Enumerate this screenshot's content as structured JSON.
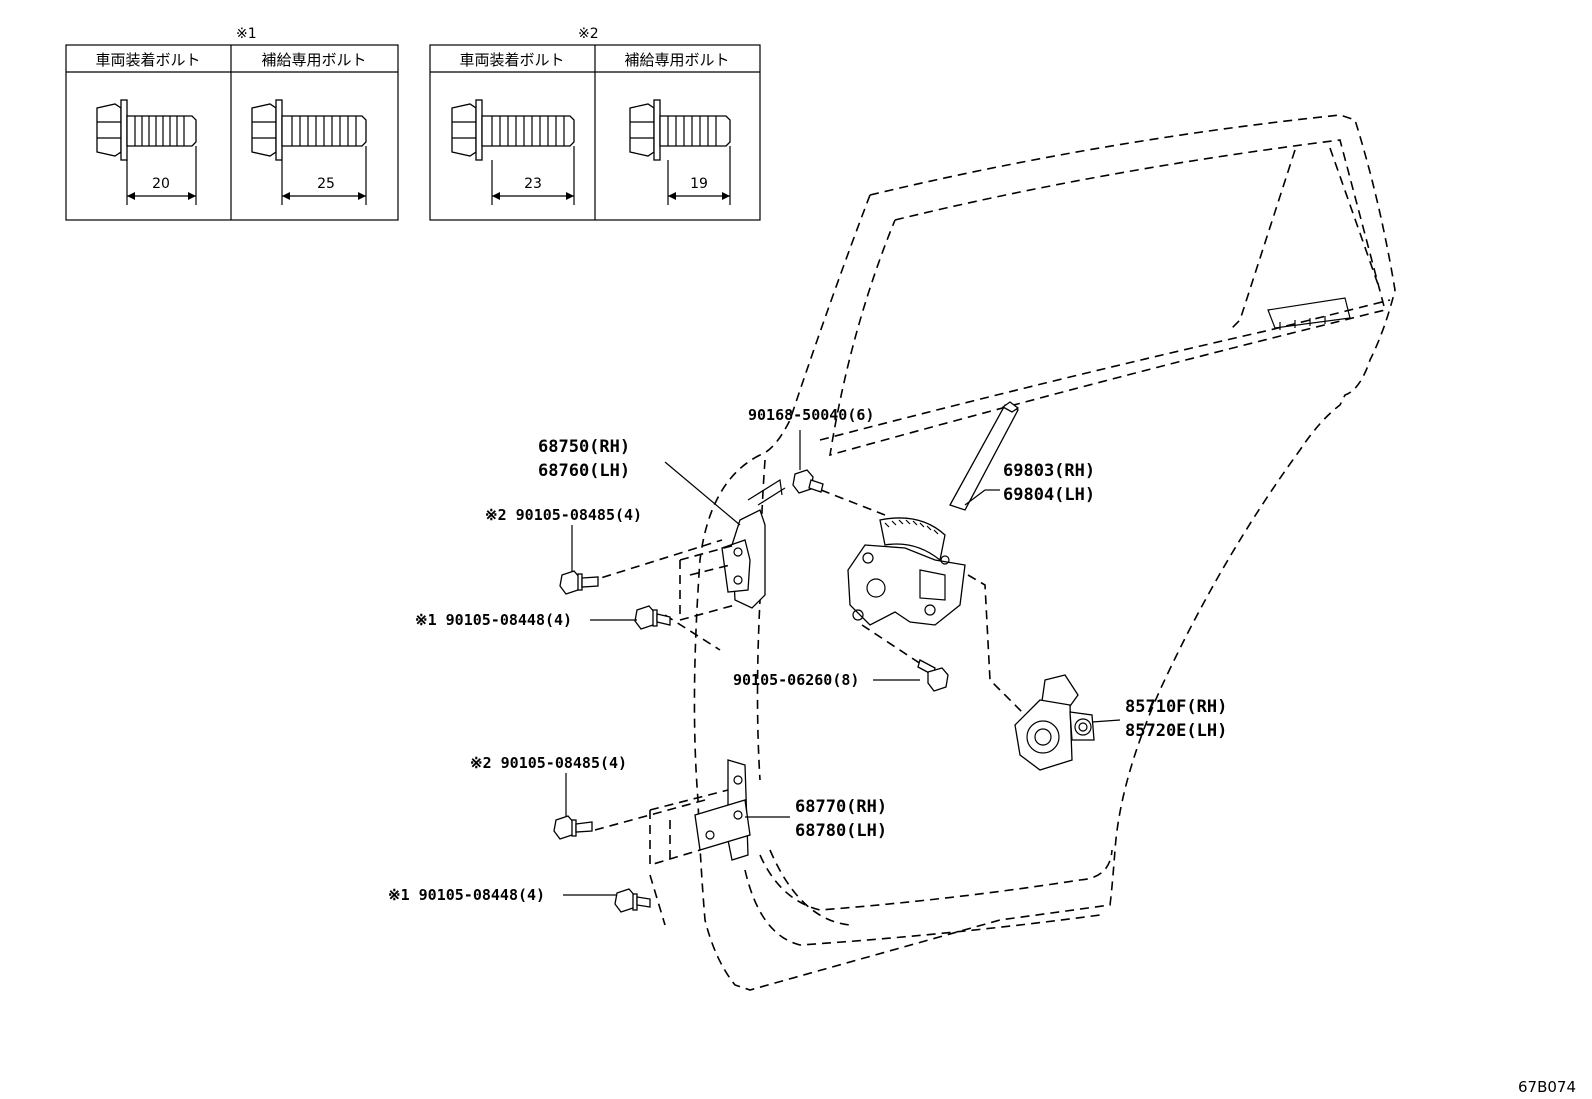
{
  "bolt_tables": [
    {
      "mark": "※1",
      "col_vehicle": "車両装着ボルト",
      "col_supply": "補給専用ボルト",
      "vehicle_length": "20",
      "supply_length": "25"
    },
    {
      "mark": "※2",
      "col_vehicle": "車両装着ボルト",
      "col_supply": "補給専用ボルト",
      "vehicle_length": "23",
      "supply_length": "19"
    }
  ],
  "callouts": {
    "screw_90168": "90168-50040(6)",
    "hinge_upper_rh": "68750(RH)",
    "hinge_upper_lh": "68760(LH)",
    "regulator_rh": "69803(RH)",
    "regulator_lh": "69804(LH)",
    "bolt_upper_mark2": "※2 90105-08485(4)",
    "bolt_upper_mark1": "※1 90105-08448(4)",
    "bolt_06260": "90105-06260(8)",
    "motor_rh": "85710F(RH)",
    "motor_lh": "85720E(LH)",
    "bolt_lower_mark2": "※2 90105-08485(4)",
    "hinge_lower_rh": "68770(RH)",
    "hinge_lower_lh": "68780(LH)",
    "bolt_lower_mark1": "※1 90105-08448(4)"
  },
  "figure_ref": "67B074"
}
